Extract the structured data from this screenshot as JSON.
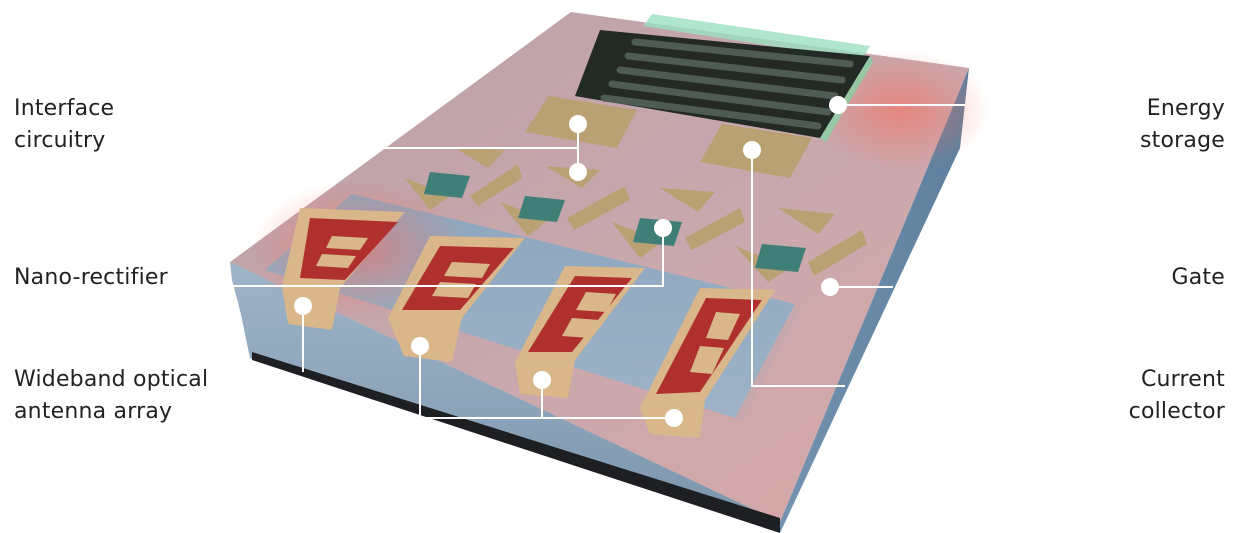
{
  "labels": {
    "interface_circuitry": [
      "Interface",
      "circuitry"
    ],
    "nano_rectifier": [
      "Nano-rectifier"
    ],
    "antenna_array": [
      "Wideband optical",
      "antenna array"
    ],
    "energy_storage": [
      "Energy",
      "storage"
    ],
    "gate": [
      "Gate"
    ],
    "current_collector": [
      "Current",
      "collector"
    ]
  },
  "colors": {
    "label_text": "#222222",
    "leader_line": "#ffffff",
    "chip_top": "#c9a3a8",
    "chip_side": "#7fa0bc",
    "antenna_red": "#b03030",
    "antenna_gold": "#d9b78a",
    "pad_gold": "#b9a173",
    "rectifier_teal": "#3f7f78",
    "storage_dark": "#232a25"
  }
}
